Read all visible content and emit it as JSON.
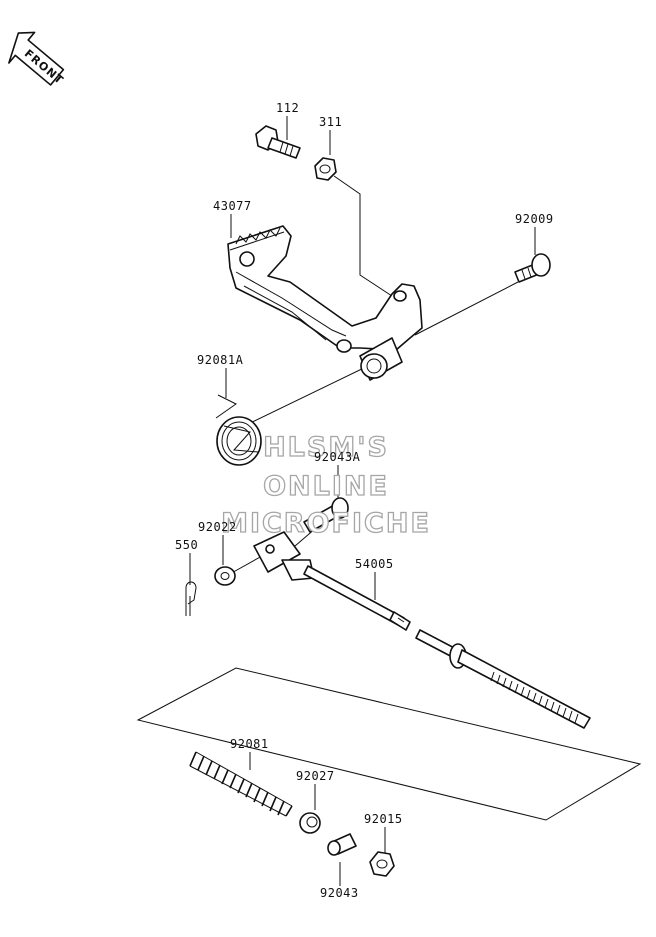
{
  "front_badge": {
    "text": "FRONT"
  },
  "watermark": {
    "lines": [
      "HLSM'S",
      "ONLINE",
      "MICROFICHE"
    ]
  },
  "callouts": {
    "p112": "112",
    "p311": "311",
    "p43077": "43077",
    "p92009": "92009",
    "p92081A": "92081A",
    "p92043A": "92043A",
    "p92022": "92022",
    "p550": "550",
    "p54005": "54005",
    "p92081": "92081",
    "p92027": "92027",
    "p92015": "92015",
    "p92043": "92043"
  },
  "colors": {
    "line": "#111111",
    "watermark_outline": "#a6a6a6",
    "background": "#ffffff"
  }
}
